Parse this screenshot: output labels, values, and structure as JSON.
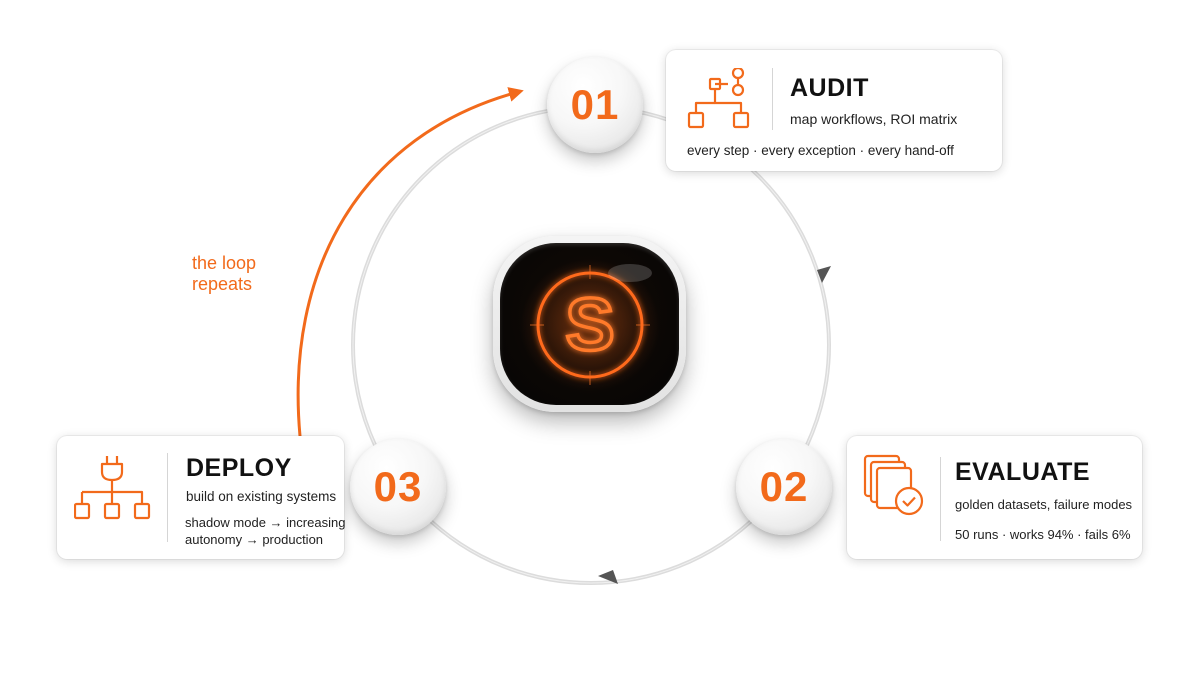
{
  "steps": [
    {
      "number": "01",
      "title": "AUDIT",
      "subtitle": "map workflows, ROI matrix",
      "detail": "every step · every exception · every hand-off",
      "icon": "workflow-hierarchy-icon"
    },
    {
      "number": "02",
      "title": "EVALUATE",
      "subtitle": "golden datasets, failure modes",
      "detail": "50 runs · works 94% · fails 6%",
      "icon": "stacked-pages-check-icon"
    },
    {
      "number": "03",
      "title": "DEPLOY",
      "subtitle": "build on existing systems",
      "detail_line1": "shadow mode → increasing",
      "detail_line2": "autonomy → production",
      "icon": "plug-network-icon"
    }
  ],
  "loop_label": {
    "line1": "the loop",
    "line2": "repeats"
  },
  "logo": {
    "letter": "S",
    "icon": "glowing-s-logo"
  },
  "colors": {
    "accent": "#f26a1b",
    "ring": "#dcdcdc",
    "card_bg": "#ffffff",
    "logo_bg": "#0a0705"
  }
}
